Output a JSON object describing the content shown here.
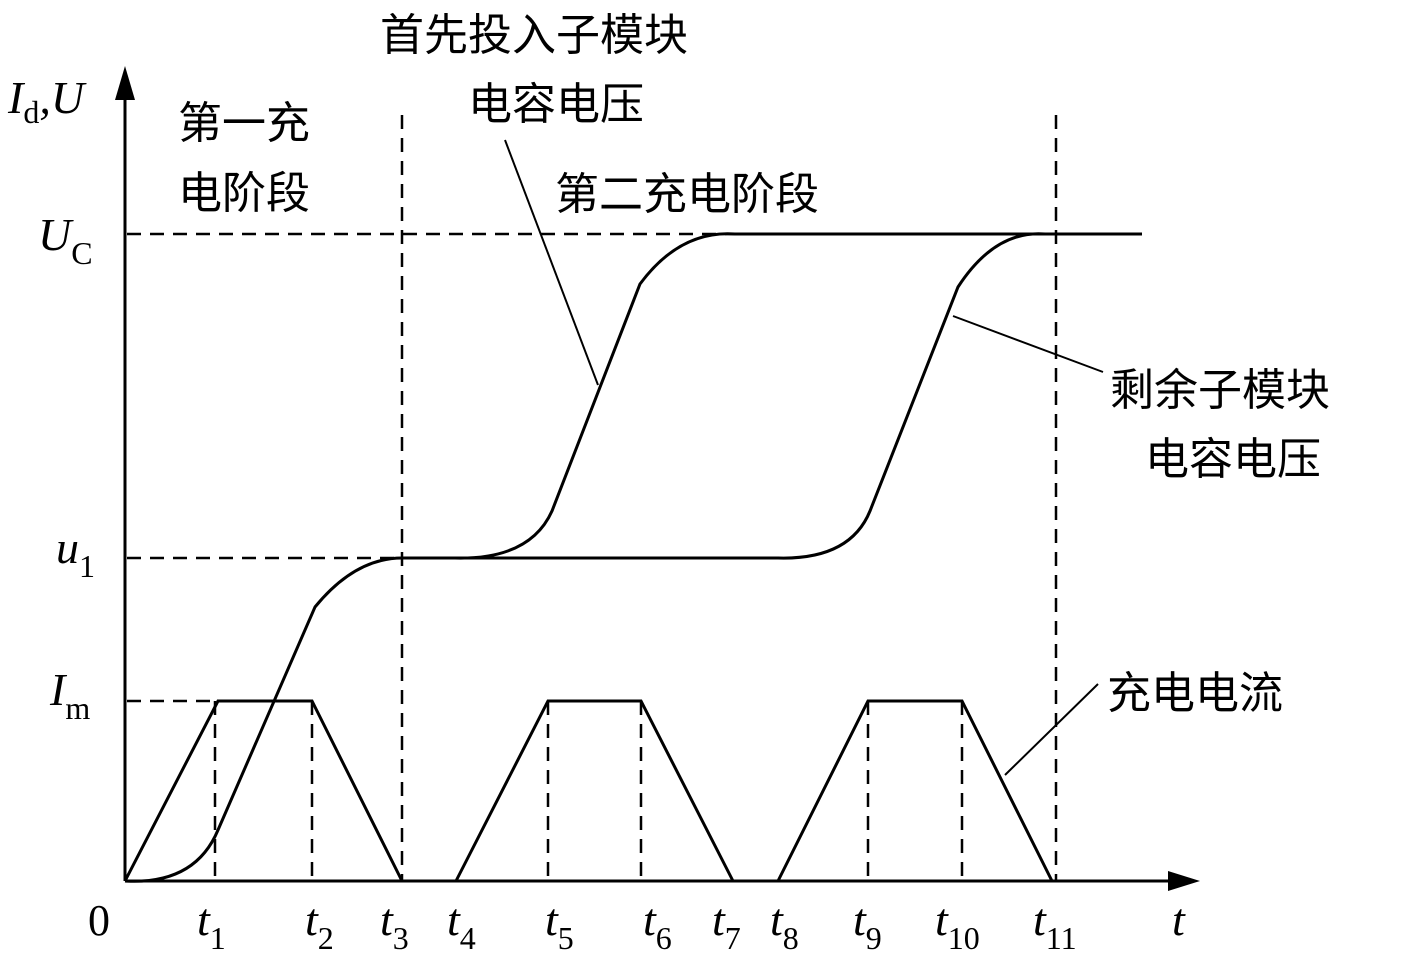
{
  "axes": {
    "y_label": "I",
    "y_label_sub": "d",
    "y_label_rest": ",U",
    "x_label": "t",
    "origin": "0"
  },
  "y_ticks": {
    "uc": {
      "main": "U",
      "sub": "C"
    },
    "u1": {
      "main": "u",
      "sub": "1"
    },
    "im": {
      "main": "I",
      "sub": "m"
    }
  },
  "x_ticks": [
    {
      "main": "t",
      "sub": "1"
    },
    {
      "main": "t",
      "sub": "2"
    },
    {
      "main": "t",
      "sub": "3"
    },
    {
      "main": "t",
      "sub": "4"
    },
    {
      "main": "t",
      "sub": "5"
    },
    {
      "main": "t",
      "sub": "6"
    },
    {
      "main": "t",
      "sub": "7"
    },
    {
      "main": "t",
      "sub": "8"
    },
    {
      "main": "t",
      "sub": "9"
    },
    {
      "main": "t",
      "sub": "10"
    },
    {
      "main": "t",
      "sub": "11"
    }
  ],
  "annotations": {
    "stage1_line1": "第一充",
    "stage1_line2": "电阶段",
    "first_module_line1": "首先投入子模块",
    "first_module_line2": "电容电压",
    "stage2": "第二充电阶段",
    "remaining_line1": "剩余子模块",
    "remaining_line2": "电容电压",
    "charging_current": "充电电流"
  },
  "colors": {
    "ink": "#000000",
    "background": "#ffffff"
  }
}
